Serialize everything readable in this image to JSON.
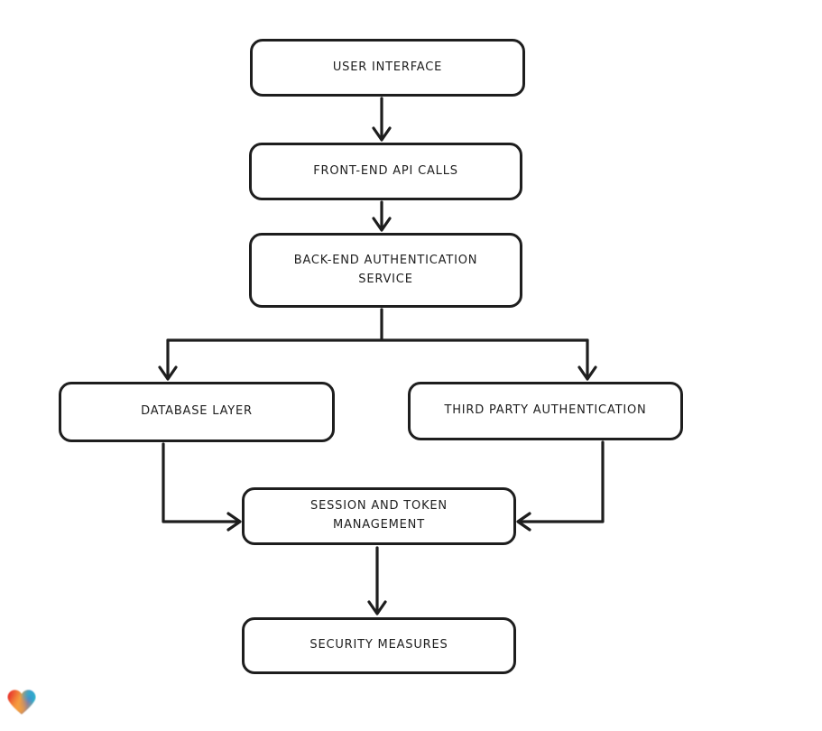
{
  "diagram": {
    "title": "authentication flow diagram",
    "nodes": {
      "user_interface": {
        "label": "USER INTERFACE"
      },
      "frontend_api": {
        "label": "FRONT-END API CALLS"
      },
      "backend_auth": {
        "label": "BACK-END AUTHENTICATION SERVICE"
      },
      "database_layer": {
        "label": "DATABASE LAYER"
      },
      "third_party_auth": {
        "label": "THIRD PARTY AUTHENTICATION"
      },
      "session_token": {
        "label": "SESSION AND TOKEN MANAGEMENT"
      },
      "security_measures": {
        "label": "SECURITY MEASURES"
      }
    },
    "edges": [
      {
        "from": "user_interface",
        "to": "frontend_api"
      },
      {
        "from": "frontend_api",
        "to": "backend_auth"
      },
      {
        "from": "backend_auth",
        "to": "database_layer"
      },
      {
        "from": "backend_auth",
        "to": "third_party_auth"
      },
      {
        "from": "database_layer",
        "to": "session_token"
      },
      {
        "from": "third_party_auth",
        "to": "session_token"
      },
      {
        "from": "session_token",
        "to": "security_measures"
      }
    ],
    "colors": {
      "background": "#ffffff",
      "stroke": "#1e1e1e",
      "text": "#1e1e1e"
    }
  },
  "logo": {
    "name": "gradient-heart",
    "colors": {
      "red": "#e62329",
      "orange": "#f59d3d",
      "teal": "#2db3c9",
      "blue": "#4a6fd8"
    }
  }
}
